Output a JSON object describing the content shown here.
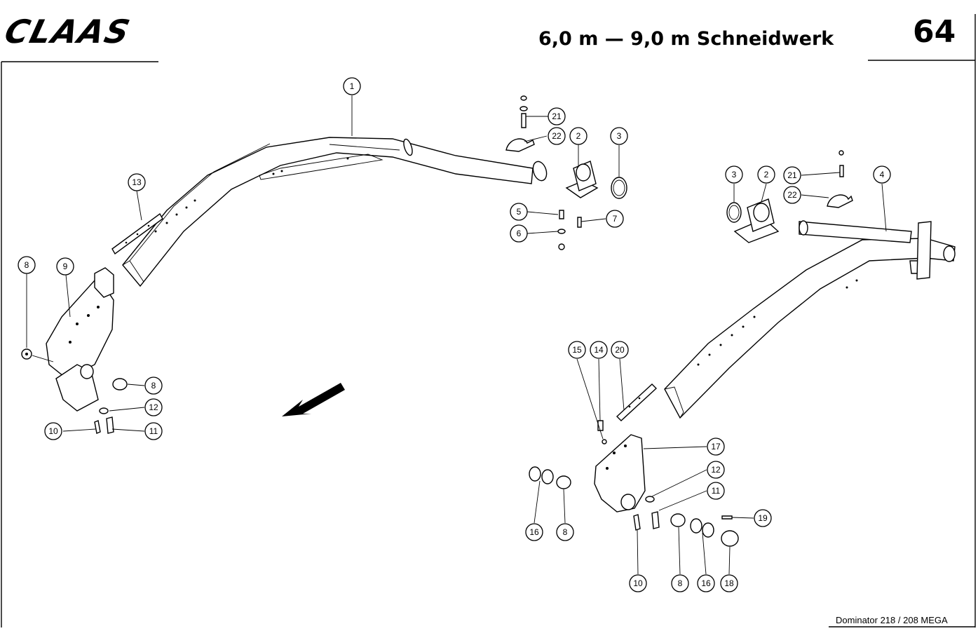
{
  "header": {
    "logo": "CLAAS",
    "title": "6,0 m — 9,0 m Schneidwerk",
    "page_number": "64"
  },
  "footer": {
    "model": "Dominator 218 / 208 MEGA"
  },
  "callouts": [
    "1",
    "2",
    "3",
    "5",
    "6",
    "7",
    "21",
    "22",
    "13",
    "8",
    "9",
    "8",
    "12",
    "10",
    "11",
    "3",
    "2",
    "21",
    "22",
    "4",
    "15",
    "14",
    "20",
    "17",
    "12",
    "11",
    "19",
    "16",
    "8",
    "10",
    "8",
    "16",
    "18"
  ],
  "icons": {
    "direction_arrow": "arrow-down-left-icon"
  }
}
